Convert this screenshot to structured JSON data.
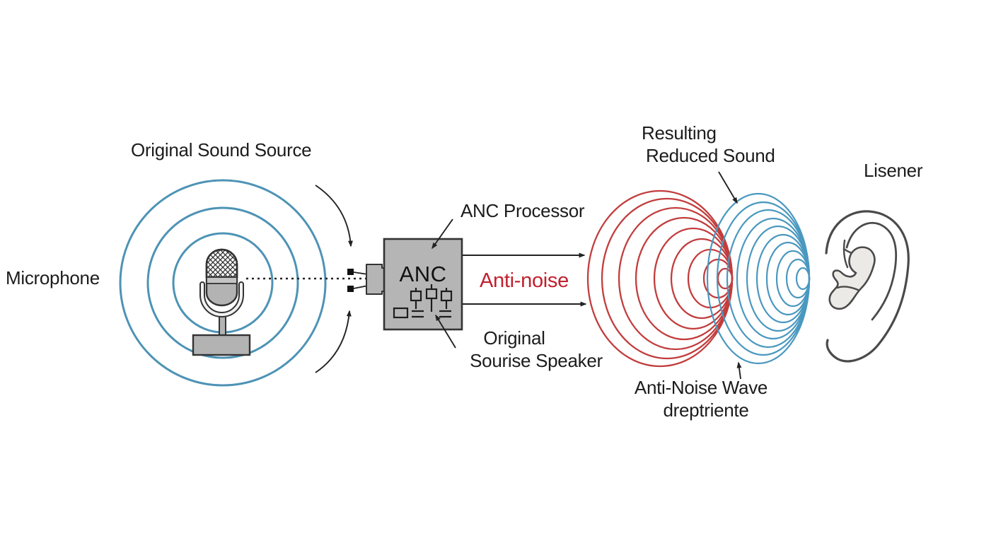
{
  "diagram": {
    "source": {
      "title": "Original Sound Source",
      "device_label": "Microphone"
    },
    "processor": {
      "pointer_label": "ANC Processor",
      "chip_text": "ANC",
      "speaker_label_line1": "Original",
      "speaker_label_line2": "Sourise Speaker"
    },
    "signals": {
      "anti_noise": "Anti-noise"
    },
    "result": {
      "label_line1": "Resulting",
      "label_line2": "Reduced Sound",
      "wave_label_line1": "Anti-Noise Wave",
      "wave_label_line2": "dreptriente"
    },
    "listener": {
      "label": "Lisener"
    }
  },
  "colors": {
    "background": "#ffffff",
    "ink": "#222222",
    "source_wave_blue": "#4d93b5",
    "result_wave_blue": "#4a98bf",
    "anti_noise_red": "#c23d3d",
    "anti_noise_text_red": "#c2202d",
    "box_fill": "#b5b5b5",
    "box_border": "#333333"
  },
  "icons": {
    "microphone": "studio-microphone",
    "processor": "anc-chip-box",
    "connector": "input-plug",
    "mixer": "equalizer-faders",
    "ear": "human-ear",
    "waves": "concentric-sound-waves"
  }
}
